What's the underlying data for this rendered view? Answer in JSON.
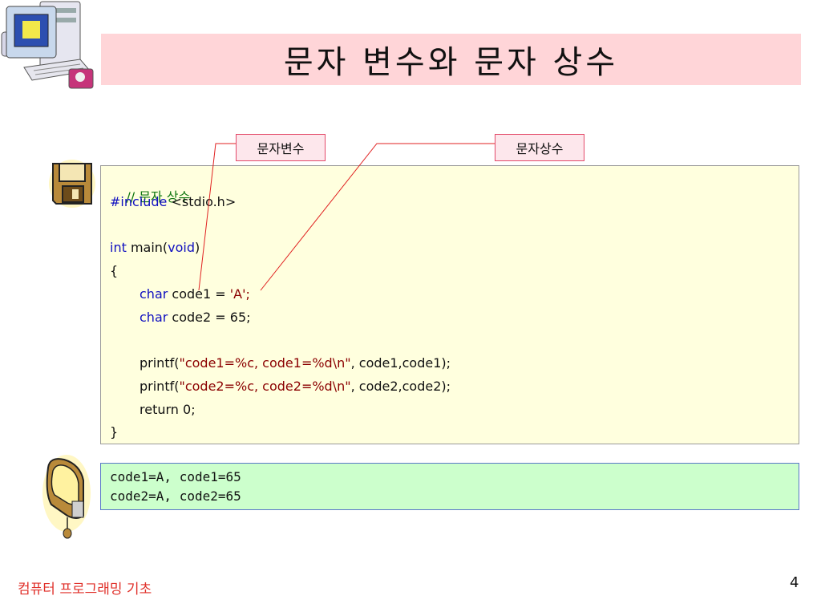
{
  "slide": {
    "title": "문자 변수와 문자 상수",
    "callouts": {
      "variable": "문자변수",
      "constant": "문자상수"
    },
    "code_lines": {
      "l1_comment": "// 문자 상수",
      "l2_include": "#include",
      "l2_header": "<stdio.h>",
      "l4_int": "int",
      "l4_main_open": " main(",
      "l4_void": "void",
      "l4_close": ")",
      "l5_brace": "{",
      "l6_char": "char",
      "l6_decl": " code1 = ",
      "l6_literal": "'A';",
      "l7_char": "char",
      "l7_decl": " code2 = 65;",
      "l9_printf": "printf(",
      "l9_string": "\"code1=%c, code1=%d\\n\"",
      "l9_args": ", code1,code1);",
      "l10_printf": "printf(",
      "l10_string": "\"code2=%c, code2=%d\\n\"",
      "l10_args": ", code2,code2);",
      "l11_return": "return 0;",
      "l12_brace": "}"
    },
    "output_lines": {
      "line1": "code1=A, code1=65",
      "line2": "code2=A, code2=65"
    },
    "footer": "컴퓨터 프로그래밍 기초",
    "page_number": "4"
  },
  "icons": [
    "computer-clipart-icon",
    "floppy-disk-icon",
    "monitor-clipart-icon"
  ],
  "colors": {
    "title_bg": "#ffd5d8",
    "code_bg": "#ffffde",
    "output_bg": "#ccffcc",
    "keyword": "#1010c0",
    "string": "#8b0000",
    "comment": "#117711",
    "footer": "#e0302a",
    "callout_border": "#e34a6a"
  }
}
